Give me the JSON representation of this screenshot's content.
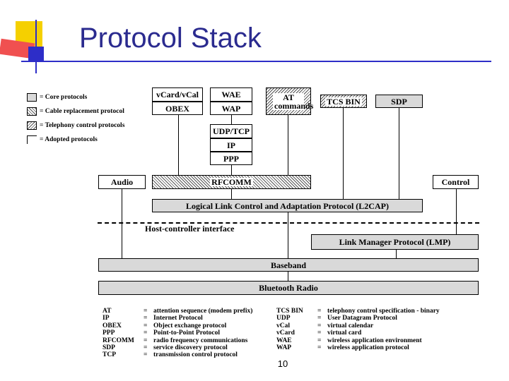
{
  "title": "Protocol Stack",
  "page_number": "10",
  "colors": {
    "title": "#2b2b8f",
    "accent_yellow": "#f5d000",
    "accent_red": "#f05050",
    "accent_blue": "#2d2dc8"
  },
  "legend": [
    {
      "swatch": "core",
      "text": "= Core protocols"
    },
    {
      "swatch": "cable",
      "text": "= Cable replacement protocol"
    },
    {
      "swatch": "tel",
      "text": "= Telephony control protocols"
    },
    {
      "swatch": "adopted",
      "text": "= Adopted protocols"
    }
  ],
  "boxes": {
    "vcard": "vCard/vCal",
    "obex": "OBEX",
    "wae": "WAE",
    "wap": "WAP",
    "at_commands": "AT commands",
    "tcs_bin": "TCS BIN",
    "sdp": "SDP",
    "udp_tcp": "UDP/TCP",
    "ip": "IP",
    "ppp": "PPP",
    "audio": "Audio",
    "rfcomm": "RFCOMM",
    "control": "Control",
    "l2cap": "Logical Link Control and Adaptation Protocol (L2CAP)",
    "lmp": "Link Manager Protocol (LMP)",
    "baseband": "Baseband",
    "radio": "Bluetooth Radio"
  },
  "host_controller_interface": "Host-controller interface",
  "abbreviations_left": [
    {
      "abbr": "AT",
      "eq": "=",
      "def": "attention sequence (modem prefix)"
    },
    {
      "abbr": "IP",
      "eq": "=",
      "def": "Internet Protocol"
    },
    {
      "abbr": "OBEX",
      "eq": "=",
      "def": "Object exchange protocol"
    },
    {
      "abbr": "PPP",
      "eq": "=",
      "def": "Point-to-Point Protocol"
    },
    {
      "abbr": "RFCOMM",
      "eq": "=",
      "def": "radio frequency communications"
    },
    {
      "abbr": "SDP",
      "eq": "=",
      "def": "service discovery protocol"
    },
    {
      "abbr": "TCP",
      "eq": "=",
      "def": "transmission control protocol"
    }
  ],
  "abbreviations_right": [
    {
      "abbr": "TCS BIN",
      "eq": "=",
      "def": "telephony control specification - binary"
    },
    {
      "abbr": "UDP",
      "eq": "=",
      "def": "User Datagram Protocol"
    },
    {
      "abbr": "vCal",
      "eq": "=",
      "def": "virtual calendar"
    },
    {
      "abbr": "vCard",
      "eq": "=",
      "def": "virtual card"
    },
    {
      "abbr": "WAE",
      "eq": "=",
      "def": "wireless application environment"
    },
    {
      "abbr": "WAP",
      "eq": "=",
      "def": "wireless application protocol"
    }
  ]
}
